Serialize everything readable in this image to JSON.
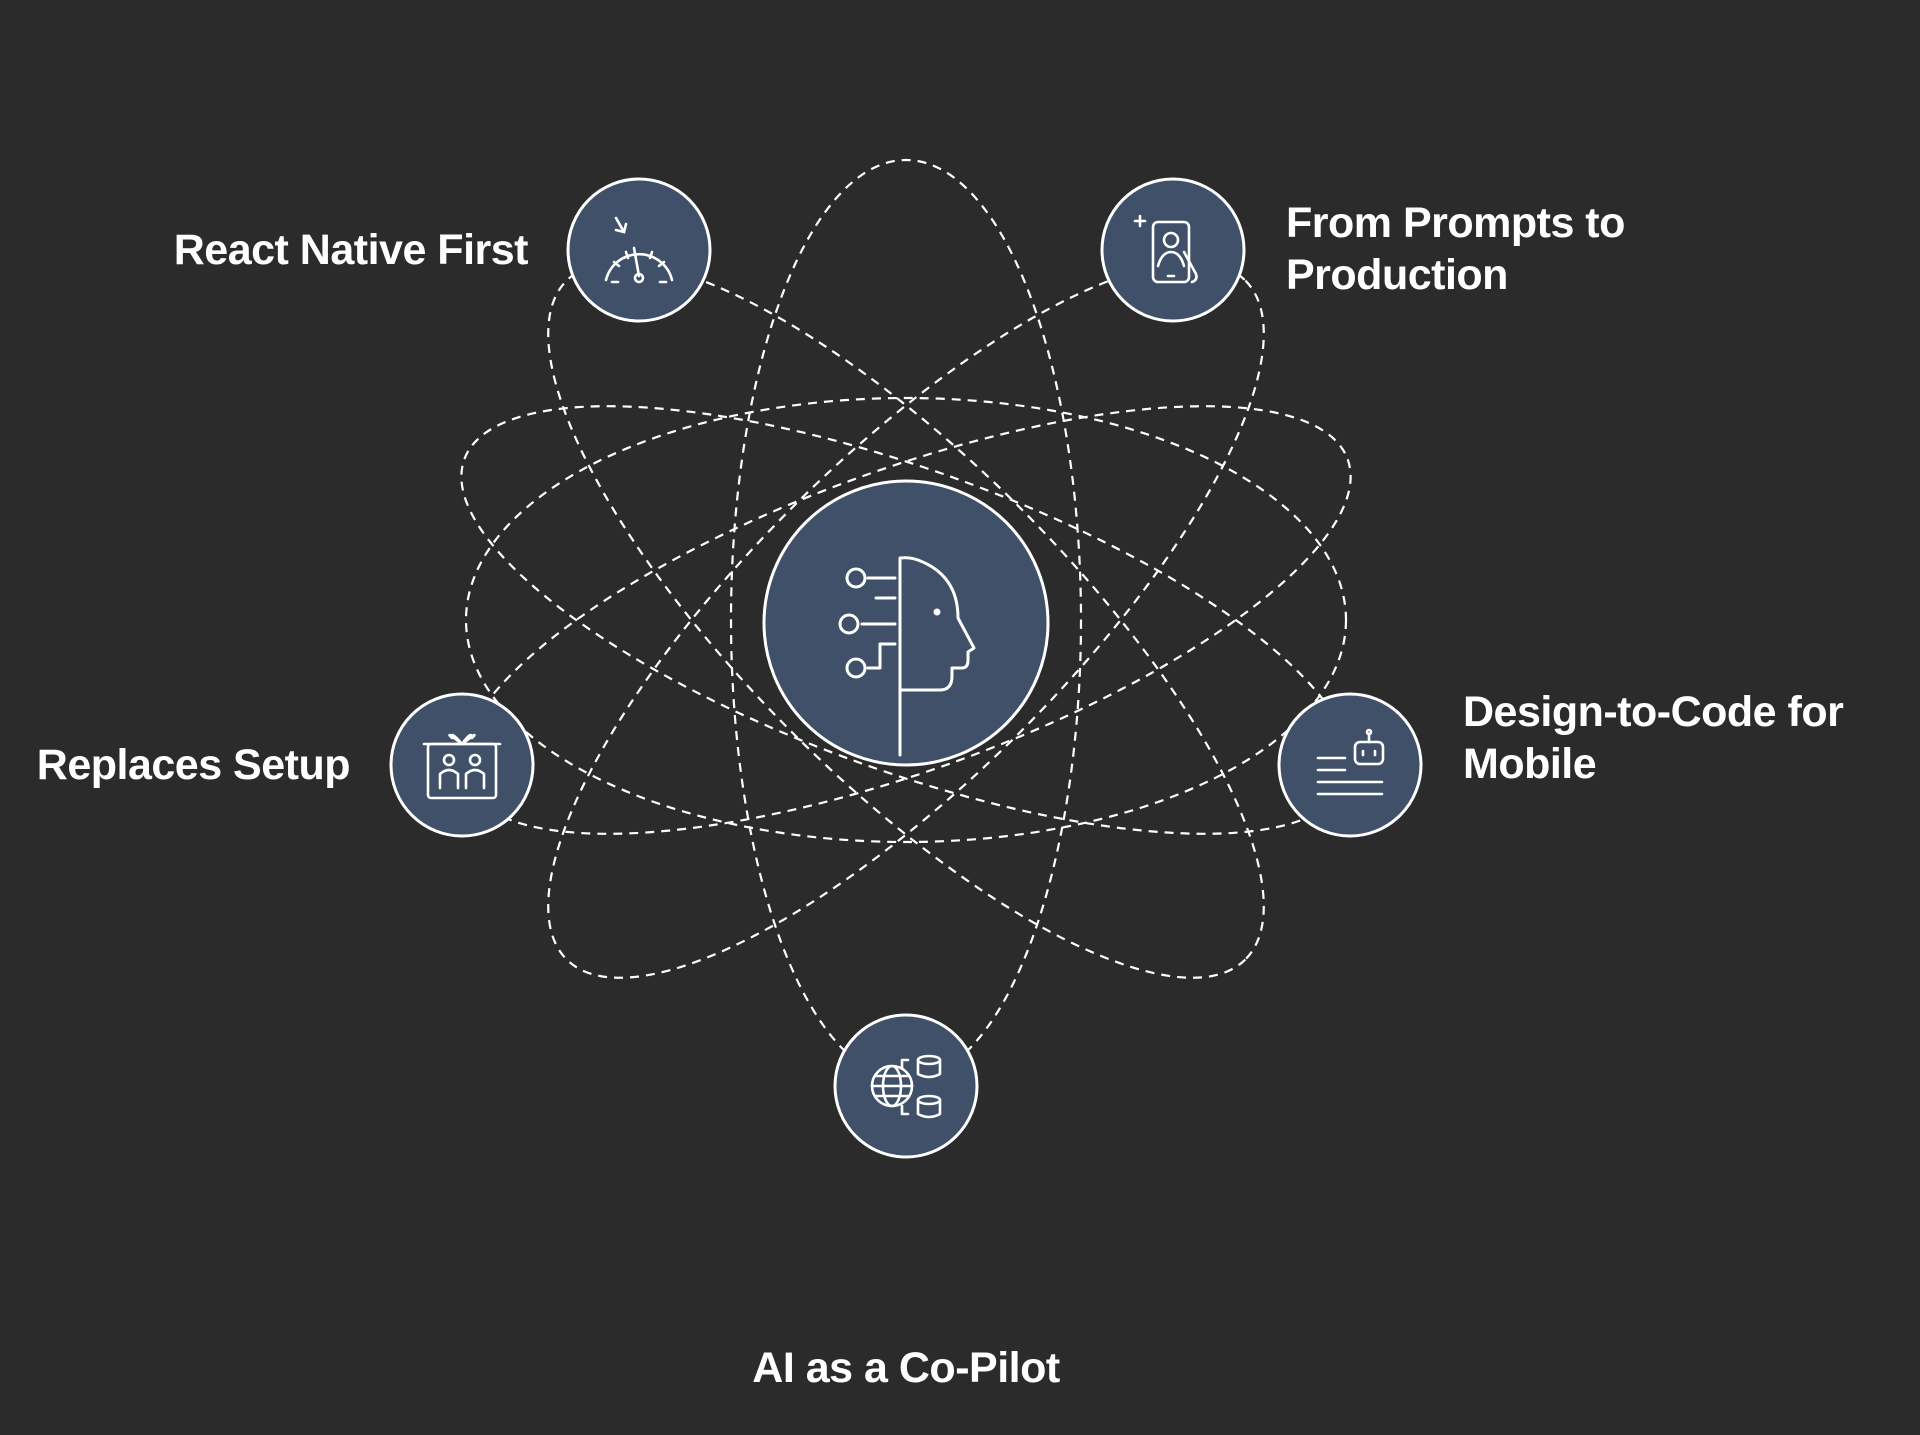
{
  "diagram": {
    "center": {
      "icon": "ai-head-circuit-icon"
    },
    "nodes": [
      {
        "id": "react-native-first",
        "lines": [
          "React Native First"
        ],
        "icon": "speedometer-gauge-icon"
      },
      {
        "id": "from-prompts-to-production",
        "lines": [
          "From Prompts to",
          "Production"
        ],
        "icon": "phone-user-touch-icon"
      },
      {
        "id": "replaces-setup",
        "lines": [
          "Replaces Setup"
        ],
        "icon": "gift-box-people-icon"
      },
      {
        "id": "design-to-code",
        "lines": [
          "Design-to-Code for",
          "Mobile"
        ],
        "icon": "robot-text-lines-icon"
      },
      {
        "id": "ai-as-co-pilot",
        "lines": [
          "AI as a Co-Pilot"
        ],
        "icon": "globe-databases-icon"
      }
    ]
  },
  "colors": {
    "background": "#2b2b2b",
    "node_fill": "#3f5068",
    "stroke": "#ffffff",
    "text": "#ffffff"
  }
}
